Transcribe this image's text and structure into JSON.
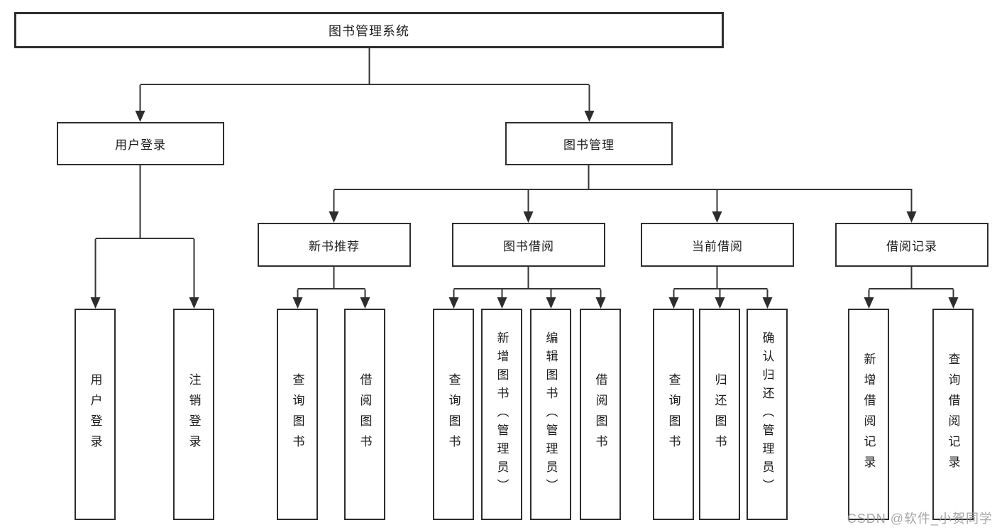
{
  "colors": {
    "line": "#353535",
    "box_border": "#2e2e2e",
    "text": "#1c1c1c",
    "background": "#ffffff",
    "watermark": "#969696"
  },
  "root": {
    "label": "图书管理系统"
  },
  "level2": [
    {
      "label": "用户登录"
    },
    {
      "label": "图书管理"
    }
  ],
  "level3": [
    {
      "label": "新书推荐"
    },
    {
      "label": "图书借阅"
    },
    {
      "label": "当前借阅"
    },
    {
      "label": "借阅记录"
    }
  ],
  "leaves": {
    "user_login": [
      {
        "label": "用户登录"
      },
      {
        "label": "注销登录"
      }
    ],
    "new_book": [
      {
        "label": "查询图书"
      },
      {
        "label": "借阅图书"
      }
    ],
    "book_borrow": [
      {
        "label": "查询图书"
      },
      {
        "label": "新增图书（管理员）"
      },
      {
        "label": "编辑图书（管理员）"
      },
      {
        "label": "借阅图书"
      }
    ],
    "current_borrow": [
      {
        "label": "查询图书"
      },
      {
        "label": "归还图书"
      },
      {
        "label": "确认归还（管理员）"
      }
    ],
    "borrow_records": [
      {
        "label": "新增借阅记录"
      },
      {
        "label": "查询借阅记录"
      }
    ]
  },
  "watermark": "CSDN @软件_小贺同学"
}
